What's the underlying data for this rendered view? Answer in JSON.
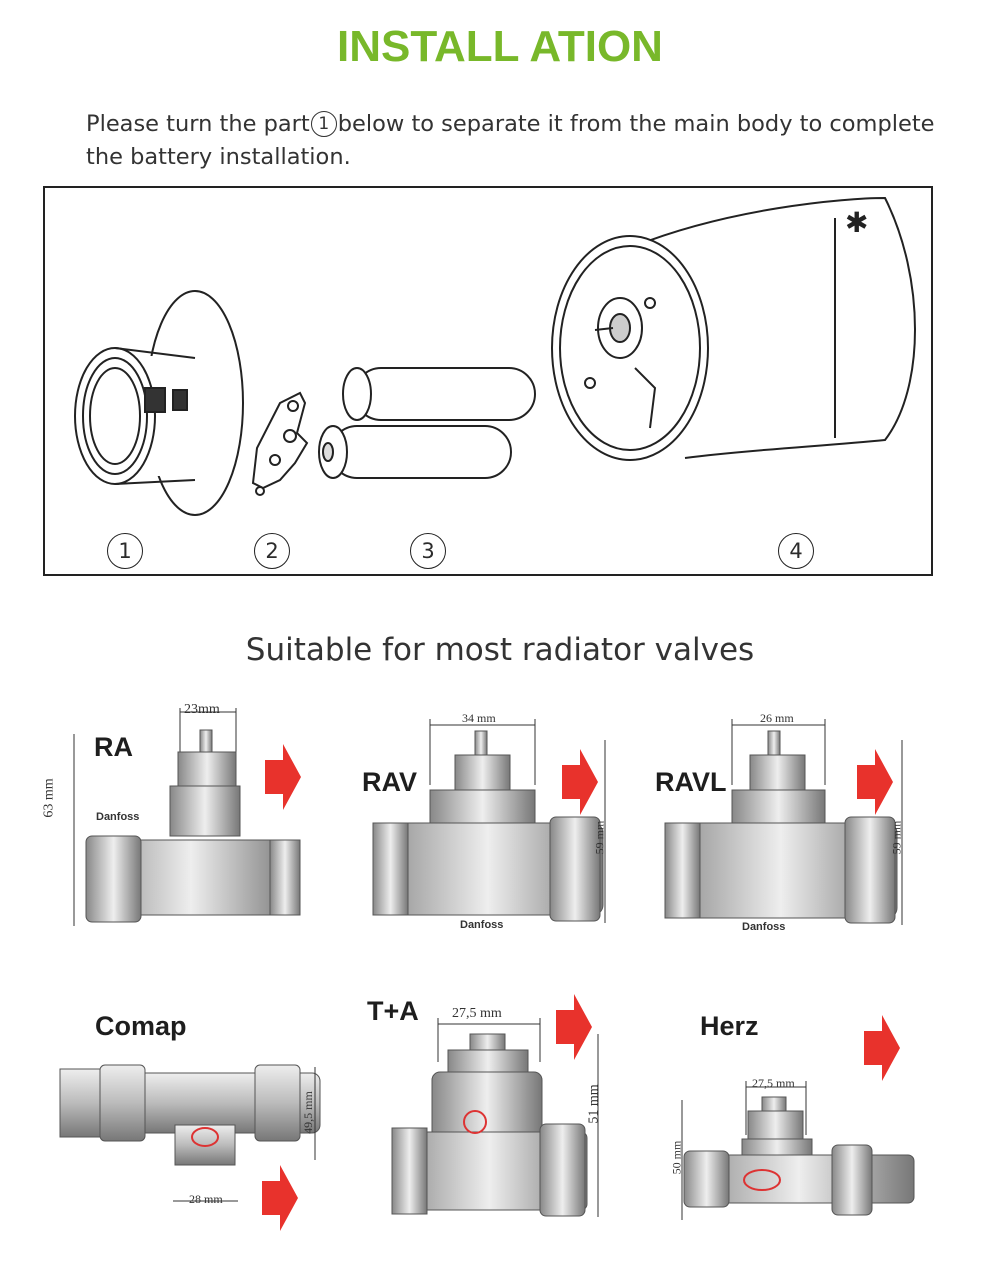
{
  "page": {
    "title": "INSTALL ATION",
    "title_color": "#78b82a",
    "intro_part1": "Please turn the part",
    "intro_circle": "1",
    "intro_part2": "below to separate it from the main body to complete the battery installation.",
    "parts": [
      "1",
      "2",
      "3",
      "4"
    ],
    "subtitle": "Suitable for most radiator valves",
    "arrow_color": "#e8322c"
  },
  "valves": [
    {
      "label": "RA",
      "brand": "Danfoss",
      "dim_width": "23mm",
      "dim_height": "63 mm"
    },
    {
      "label": "RAV",
      "brand": "Danfoss",
      "dim_width": "34 mm",
      "dim_height": "59 mm"
    },
    {
      "label": "RAVL",
      "brand": "Danfoss",
      "dim_width": "26 mm",
      "dim_height": "59 mm"
    },
    {
      "label": "Comap",
      "dim_width": "28 mm",
      "dim_height": "49,5 mm"
    },
    {
      "label": "T+A",
      "dim_width": "27,5  mm",
      "dim_height": "51 mm"
    },
    {
      "label": "Herz",
      "dim_width": "27,5 mm",
      "dim_height": "50 mm"
    }
  ]
}
